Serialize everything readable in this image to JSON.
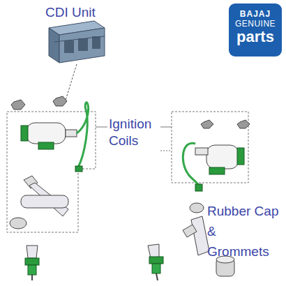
{
  "diagram": {
    "nodes": [
      {
        "text": [
          "BAJAJ",
          "GENUINE",
          "parts"
        ]
      }
    ],
    "labels": [
      "CDI Unit",
      "Ignition Coils",
      "Rubber Cap & Grommets"
    ]
  }
}
